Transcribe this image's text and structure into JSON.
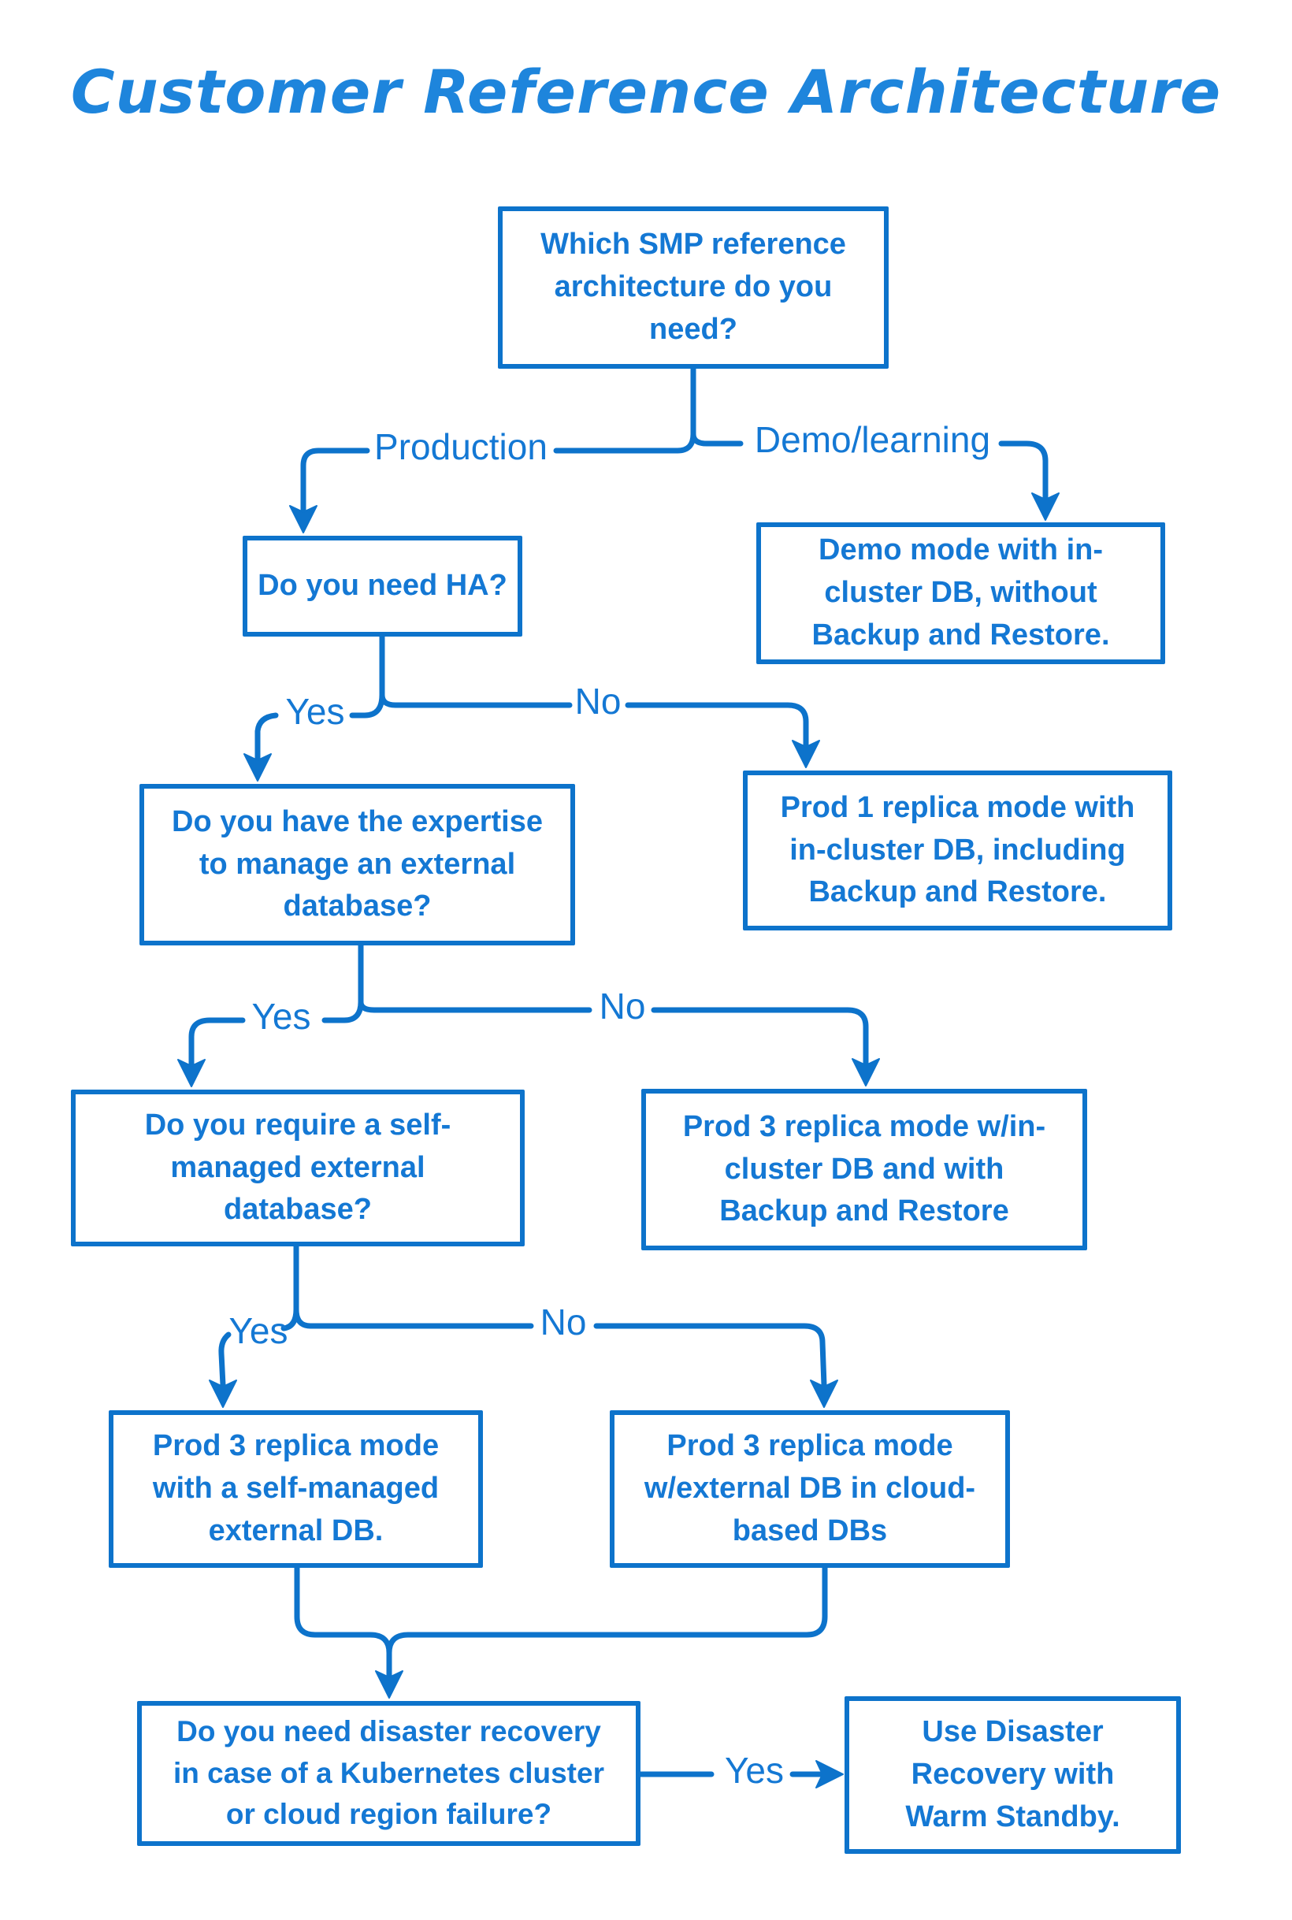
{
  "page": {
    "title": "Customer Reference Architecture"
  },
  "colors": {
    "line_blue": "#0d73cb",
    "text_blue": "#1478d4",
    "title_blue": "#1e85dc",
    "background": "#ffffff"
  },
  "nodes": {
    "q_architecture": {
      "text": "Which SMP reference\narchitecture do you\nneed?"
    },
    "q_ha": {
      "text": "Do you need HA?"
    },
    "demo_mode": {
      "text": "Demo mode with in-\ncluster DB, without\nBackup and Restore."
    },
    "q_expertise": {
      "text": "Do you have the expertise\nto manage an external\ndatabase?"
    },
    "prod1_incluster": {
      "text": "Prod 1 replica mode with\nin-cluster DB, including\nBackup and Restore."
    },
    "q_self_managed": {
      "text": "Do you require a self-\nmanaged external\ndatabase?"
    },
    "prod3_incluster": {
      "text": "Prod 3 replica mode w/in-\ncluster DB and with\nBackup and Restore"
    },
    "prod3_self_managed": {
      "text": "Prod 3 replica mode\nwith a self-managed\nexternal DB."
    },
    "prod3_cloud": {
      "text": "Prod 3 replica mode\nw/external DB in cloud-\nbased DBs"
    },
    "q_disaster_recovery": {
      "text": "Do you need disaster recovery\nin case of a Kubernetes cluster\nor cloud region failure?"
    },
    "warm_standby": {
      "text": "Use Disaster\nRecovery with\nWarm Standby."
    }
  },
  "labels": {
    "production": "Production",
    "demo_learning": "Demo/learning",
    "ha_yes": "Yes",
    "ha_no": "No",
    "expertise_yes": "Yes",
    "expertise_no": "No",
    "self_managed_yes": "Yes",
    "self_managed_no": "No",
    "dr_yes": "Yes"
  }
}
